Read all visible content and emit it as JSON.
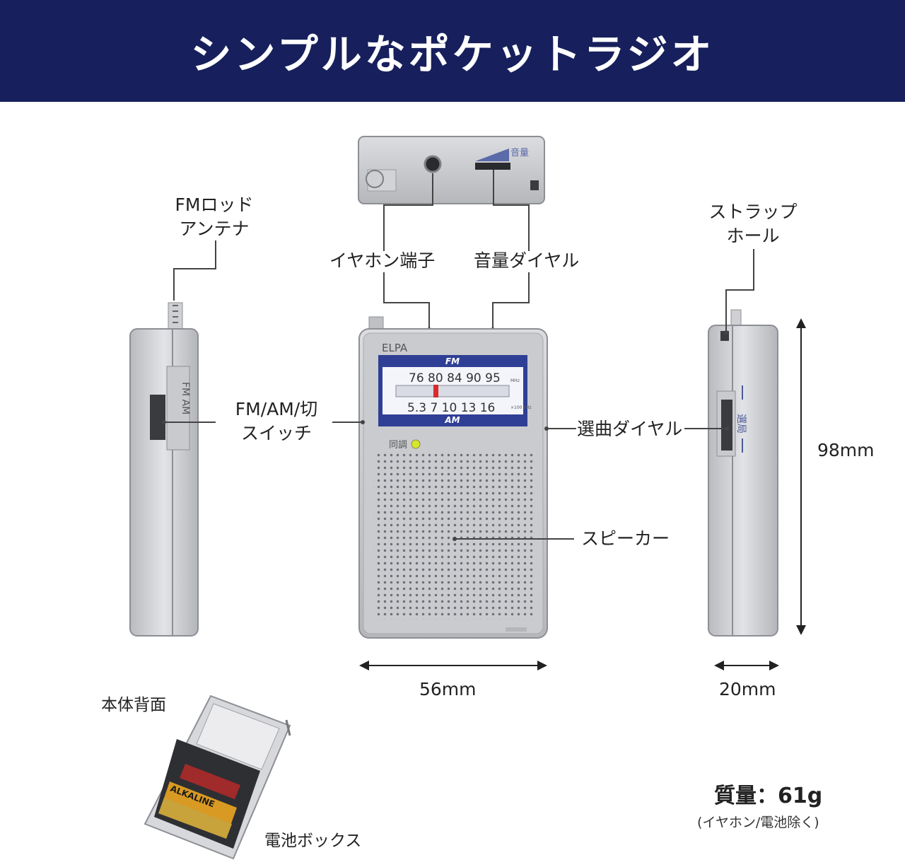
{
  "title": "シンプルなポケットラジオ",
  "labels": {
    "antenna_line1": "FMロッド",
    "antenna_line2": "アンテナ",
    "earphone": "イヤホン端子",
    "volume": "音量ダイヤル",
    "strap_line1": "ストラップ",
    "strap_line2": "ホール",
    "switch_line1": "FM/AM/切",
    "switch_line2": "スイッチ",
    "tuning": "選曲ダイヤル",
    "speaker": "スピーカー",
    "back": "本体背面",
    "battery_box": "電池ボックス"
  },
  "dimensions": {
    "width": "56mm",
    "height": "98mm",
    "depth": "20mm"
  },
  "mass": {
    "text": "質量：61g",
    "note": "(イヤホン/電池除く)"
  },
  "device": {
    "brand": "ELPA",
    "fm_label": "FM",
    "am_label": "AM",
    "fm_scale": "76 80 84 90 95",
    "fm_unit": "MHz",
    "am_scale": "5.3 7 10 13 16",
    "am_unit": "×100 kHz",
    "tune_indicator": "同調",
    "top_volume_text": "音量",
    "side_switch_text": "FM AM",
    "side_tuning_text": "選局",
    "battery_text": "ALKALINE"
  },
  "colors": {
    "banner": "#17205c",
    "dial_blue": "#2f3f95",
    "needle_red": "#d92b2b",
    "indicator": "#d6e62a",
    "body_silver": "#c4c6ca"
  }
}
